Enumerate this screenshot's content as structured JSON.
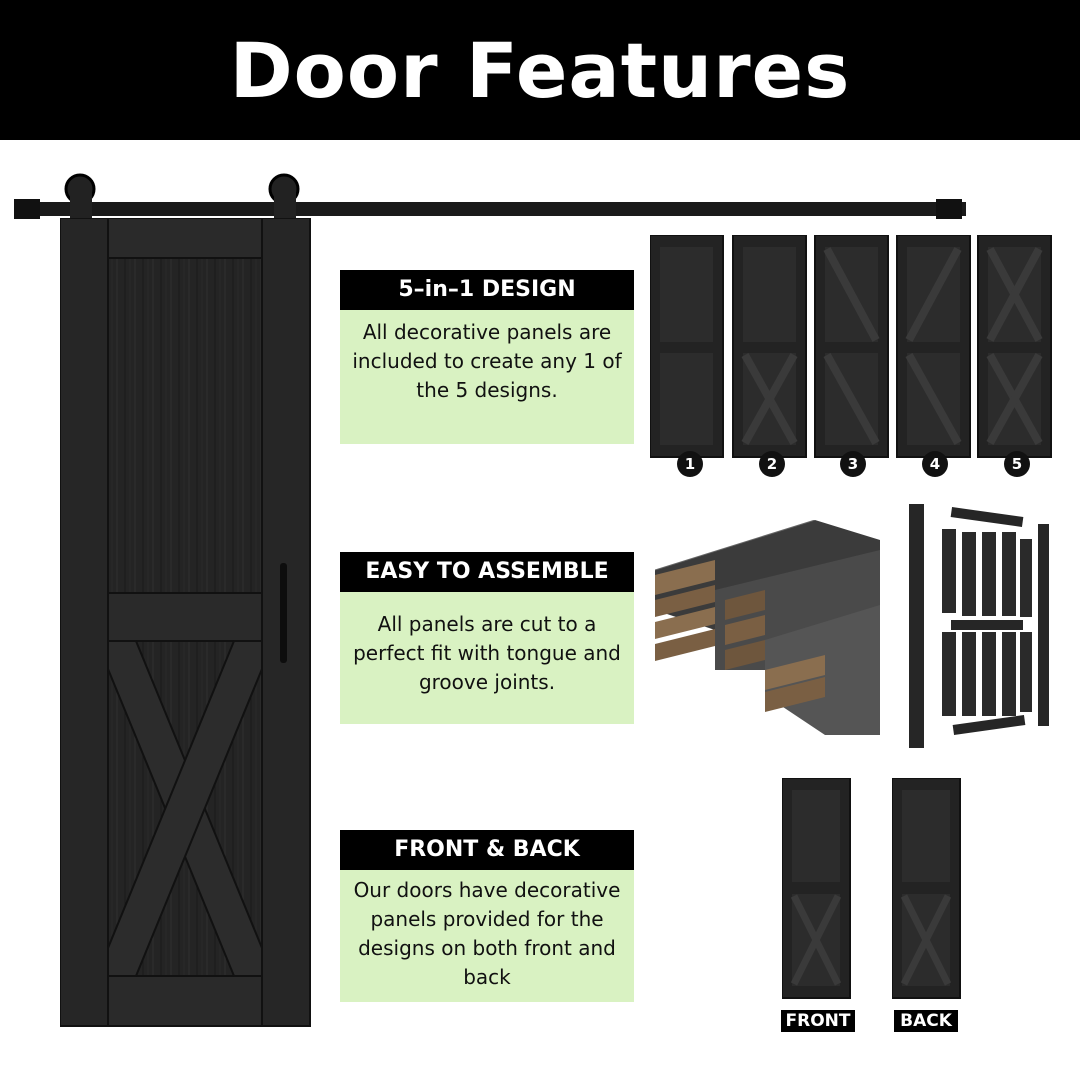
{
  "header": {
    "title": "Door Features"
  },
  "features": [
    {
      "title": "5–in–1 DESIGN",
      "body": "All decorative panels are included to create any 1 of the 5 designs."
    },
    {
      "title": "EASY TO ASSEMBLE",
      "body": "All panels are cut to a perfect fit with tongue and groove joints."
    },
    {
      "title": "FRONT & BACK",
      "body": "Our doors have decorative panels provided for the designs on both front and back"
    }
  ],
  "design_numbers": [
    "1",
    "2",
    "3",
    "4",
    "5"
  ],
  "views": {
    "front": "FRONT",
    "back": "BACK"
  },
  "colors": {
    "header_bg": "#000000",
    "panel_bg": "#d9f2c2",
    "wood": "#1e1e1e"
  },
  "icons": [
    "barn-door-image",
    "sliding-track",
    "door-design-thumbnails",
    "wood-planks-image",
    "door-parts-kit",
    "door-front-image",
    "door-back-image"
  ]
}
